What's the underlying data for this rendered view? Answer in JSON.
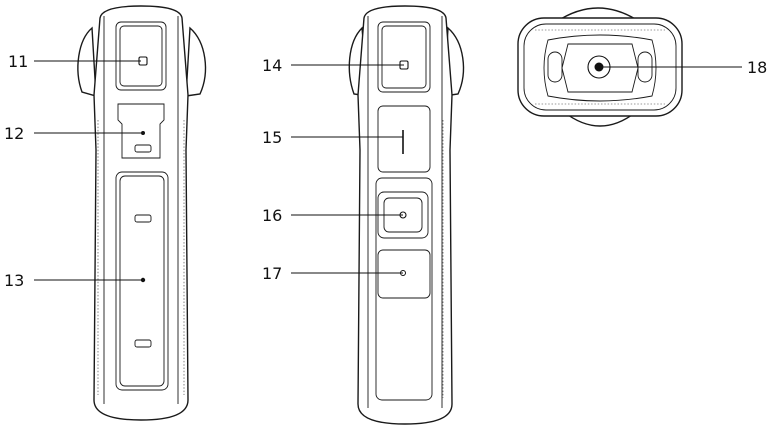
{
  "views": {
    "side_view": {
      "callouts": {
        "c11": "11",
        "c12": "12",
        "c13": "13"
      }
    },
    "front_view": {
      "callouts": {
        "c14": "14",
        "c15": "15",
        "c16": "16",
        "c17": "17"
      }
    },
    "bottom_view": {
      "callouts": {
        "c18": "18"
      }
    }
  }
}
